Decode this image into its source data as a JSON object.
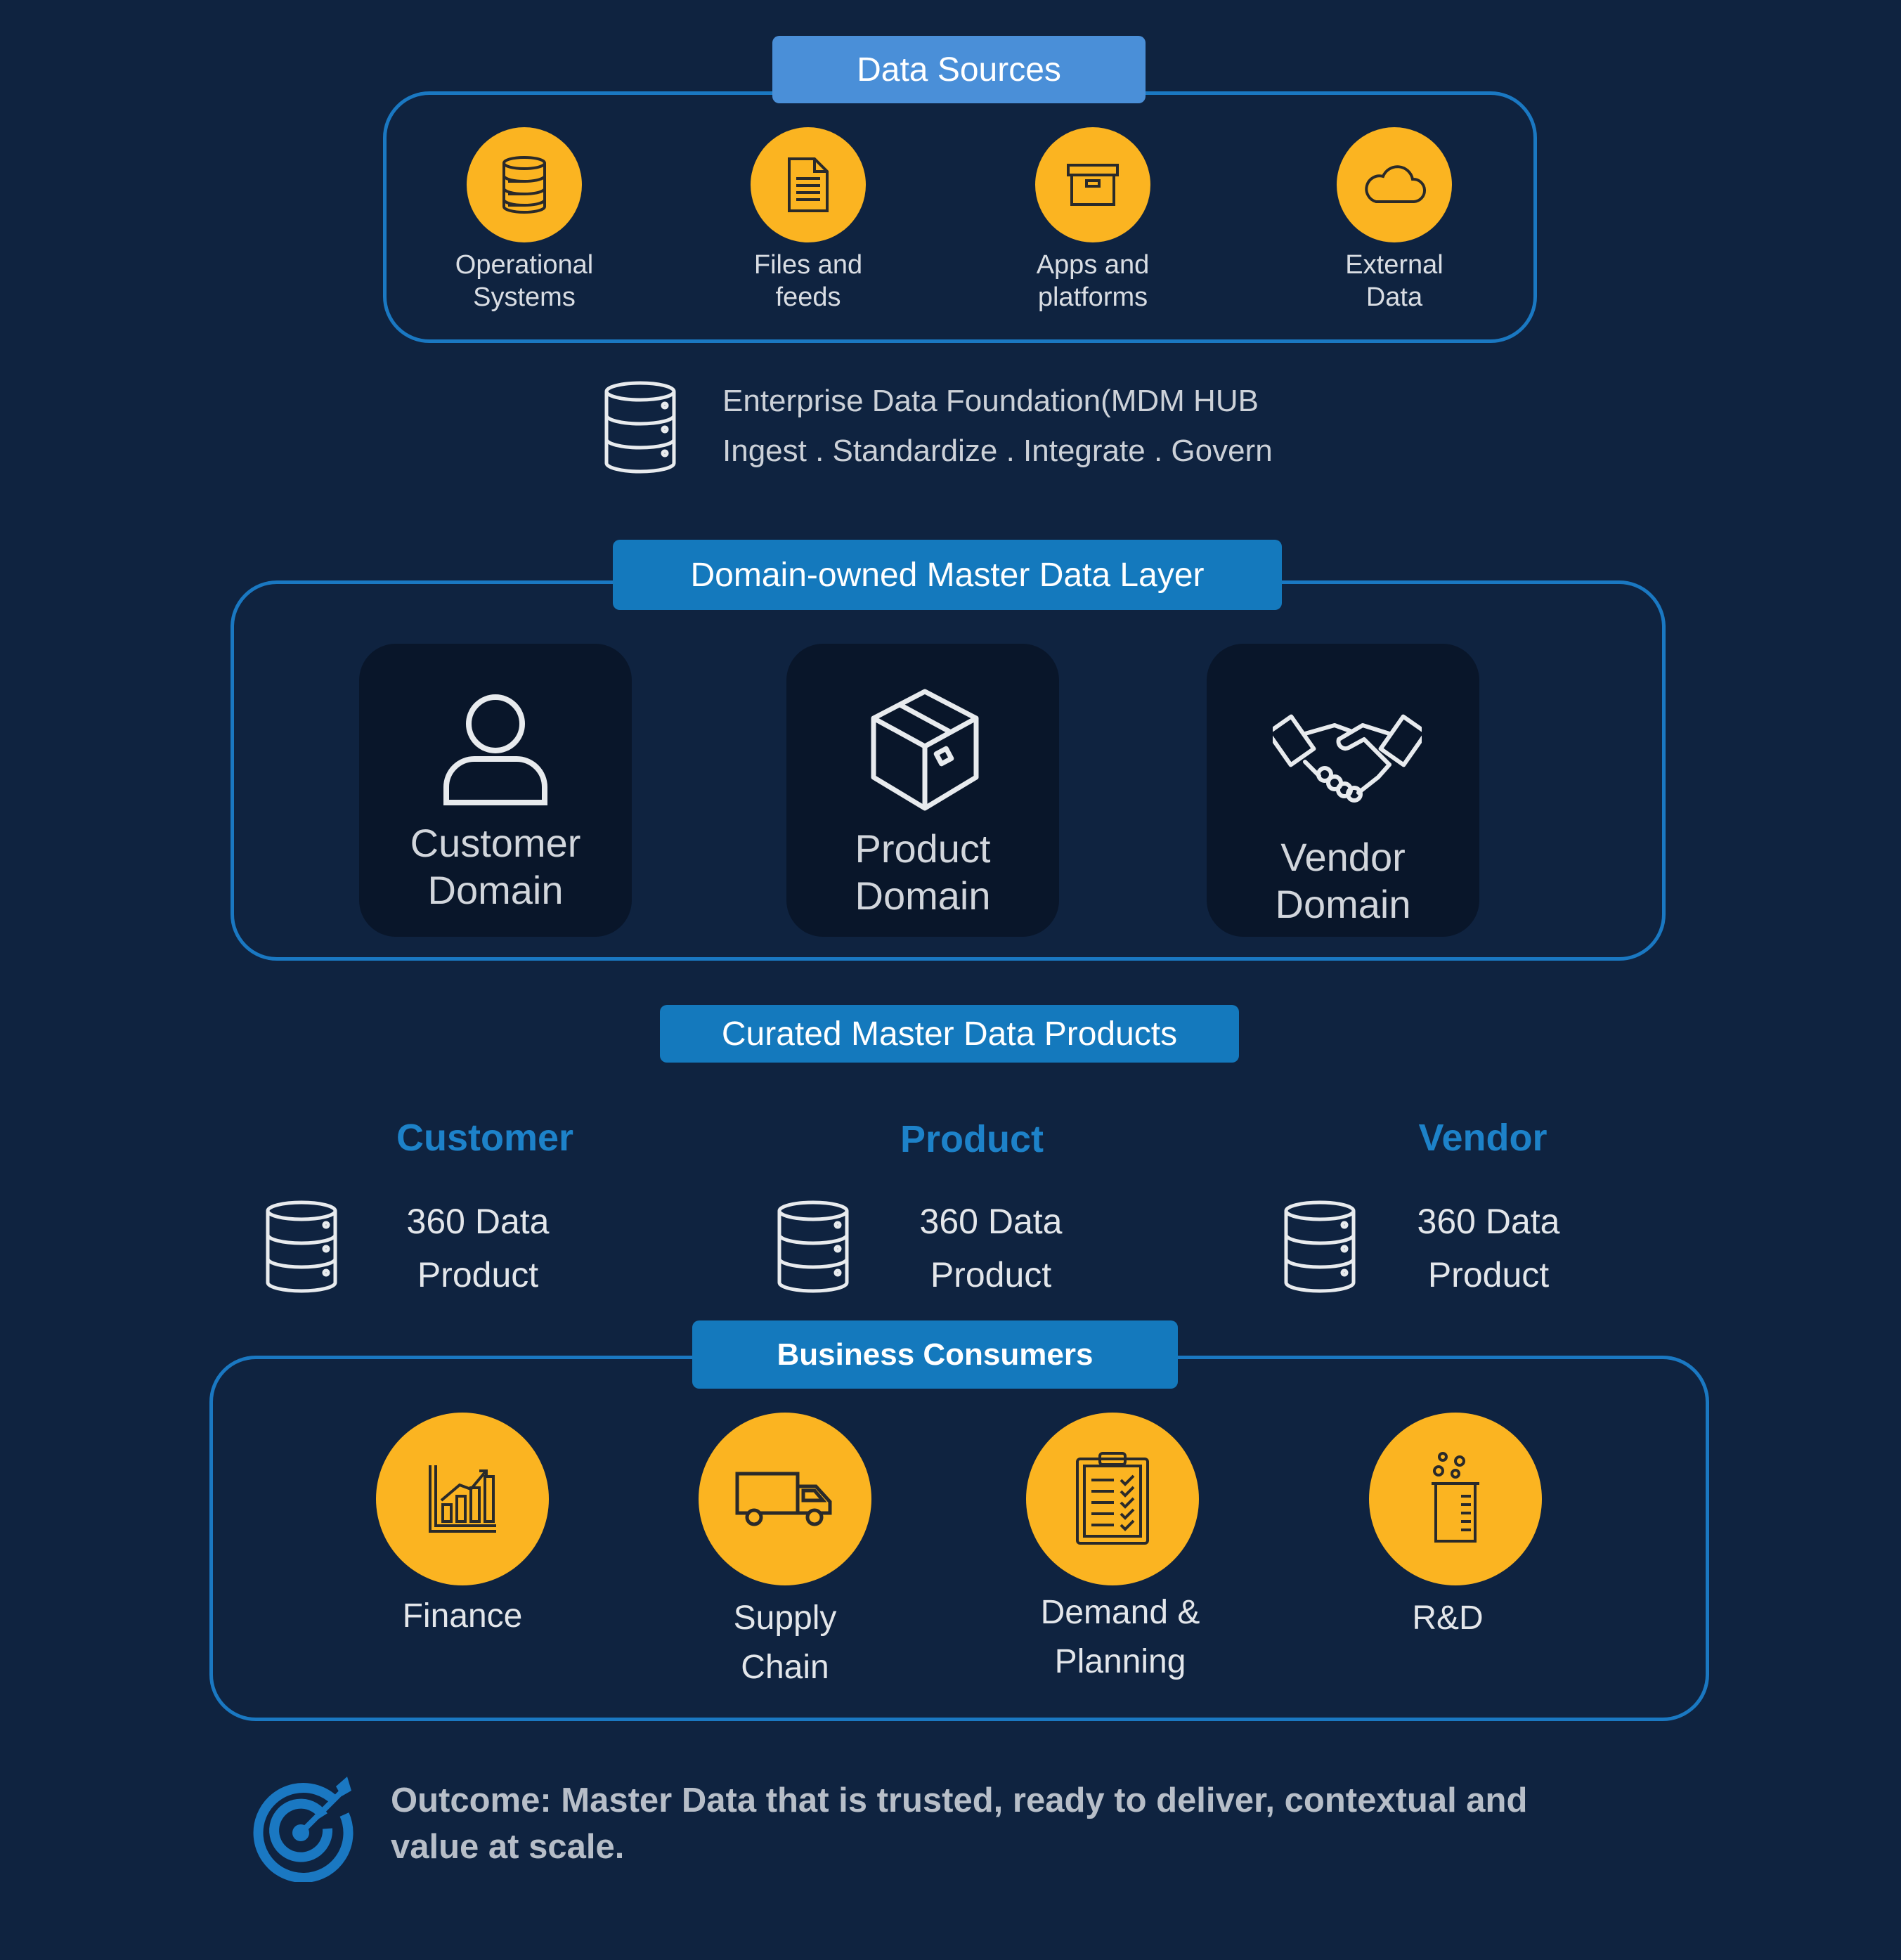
{
  "data_sources": {
    "title": "Data Sources",
    "items": [
      {
        "icon": "database-icon",
        "line1": "Operational",
        "line2": "Systems"
      },
      {
        "icon": "document-icon",
        "line1": "Files and",
        "line2": "feeds"
      },
      {
        "icon": "archive-box-icon",
        "line1": "Apps and",
        "line2": "platforms"
      },
      {
        "icon": "cloud-icon",
        "line1": "External",
        "line2": "Data"
      }
    ]
  },
  "foundation": {
    "icon": "database-icon",
    "line1": "Enterprise Data Foundation(MDM HUB",
    "line2": "Ingest . Standardize . Integrate . Govern"
  },
  "domain_layer": {
    "title": "Domain-owned Master Data Layer",
    "domains": [
      {
        "icon": "user-icon",
        "line1": "Customer",
        "line2": "Domain"
      },
      {
        "icon": "package-box-icon",
        "line1": "Product",
        "line2": "Domain"
      },
      {
        "icon": "handshake-icon",
        "line1": "Vendor",
        "line2": "Domain"
      }
    ]
  },
  "curated": {
    "title": "Curated Master Data Products",
    "products": [
      {
        "heading": "Customer",
        "line1": "360 Data",
        "line2": "Product",
        "icon": "database-icon"
      },
      {
        "heading": "Product",
        "line1": "360 Data",
        "line2": "Product",
        "icon": "database-icon"
      },
      {
        "heading": "Vendor",
        "line1": "360 Data",
        "line2": "Product",
        "icon": "database-icon"
      }
    ]
  },
  "consumers": {
    "title": "Business Consumers",
    "items": [
      {
        "icon": "bar-chart-icon",
        "line1": "Finance",
        "line2": ""
      },
      {
        "icon": "delivery-truck-icon",
        "line1": "Supply",
        "line2": "Chain"
      },
      {
        "icon": "clipboard-checklist-icon",
        "line1": "Demand &",
        "line2": "Planning"
      },
      {
        "icon": "lab-beaker-icon",
        "line1": "R&D",
        "line2": ""
      }
    ]
  },
  "outcome": {
    "icon": "target-icon",
    "line1": "Outcome: Master Data that is trusted, ready to deliver, contextual and",
    "line2": "value at scale."
  },
  "colors": {
    "background": "#0f2340",
    "frame": "#1a78c2",
    "accent_gold": "#fbb421",
    "pill_light_blue": "#4a8fd8",
    "pill_blue": "#1479bd",
    "domain_card": "#09162a",
    "heading_blue": "#1d82c9"
  }
}
